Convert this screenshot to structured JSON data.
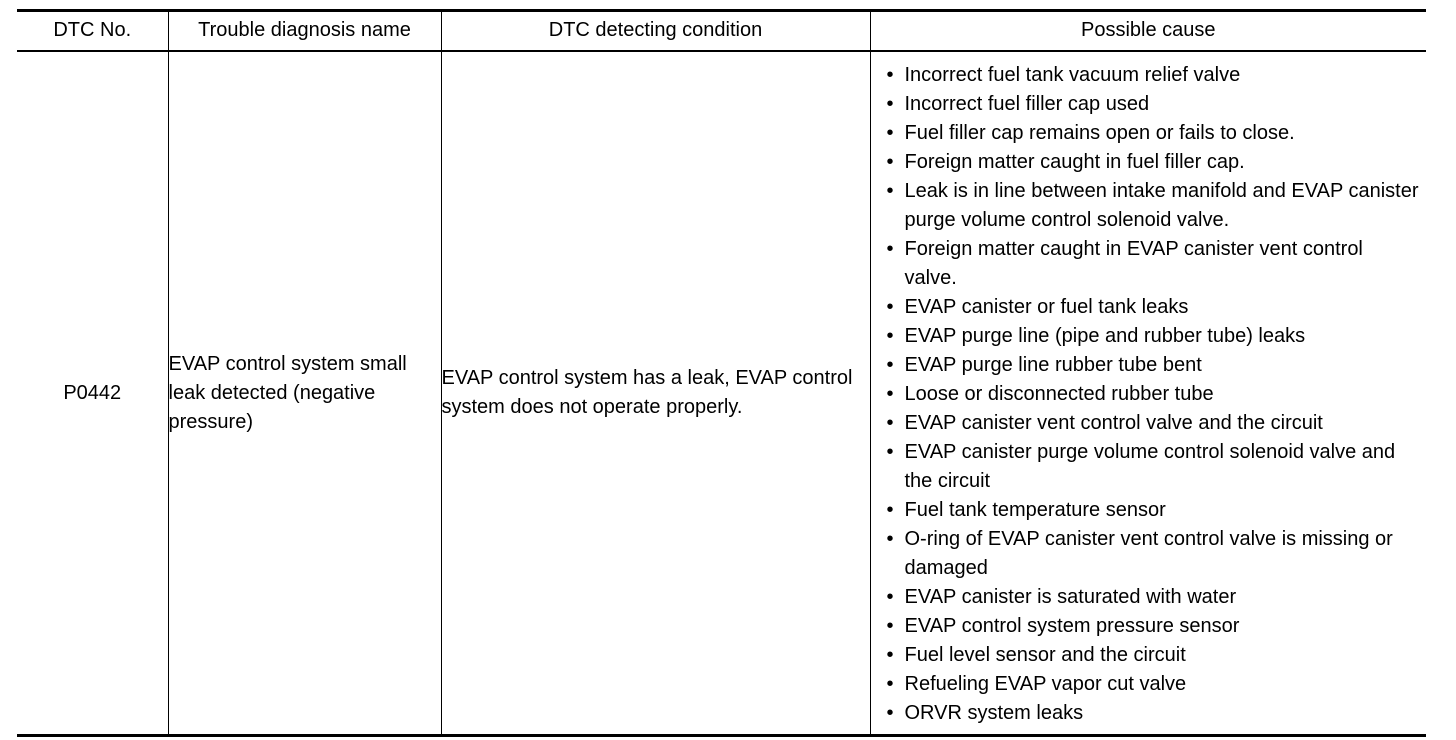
{
  "table": {
    "columns": [
      {
        "key": "dtc_no",
        "label": "DTC No."
      },
      {
        "key": "name",
        "label": "Trouble diagnosis name"
      },
      {
        "key": "condition",
        "label": "DTC detecting condition"
      },
      {
        "key": "cause",
        "label": "Possible cause"
      }
    ],
    "row": {
      "dtc_no": "P0442",
      "name": "EVAP control system small leak detected (negative pressure)",
      "condition": "EVAP control system has a leak, EVAP control system does not operate properly.",
      "bullet_glyph": "•",
      "causes": [
        "Incorrect fuel tank vacuum relief valve",
        "Incorrect fuel filler cap used",
        "Fuel filler cap remains open or fails to close.",
        "Foreign matter caught in fuel filler cap.",
        "Leak is in line between intake manifold and EVAP canister purge volume control solenoid valve.",
        "Foreign matter caught in EVAP canister vent control valve.",
        "EVAP canister or fuel tank leaks",
        "EVAP purge line (pipe and rubber tube) leaks",
        "EVAP purge line rubber tube bent",
        "Loose or disconnected rubber tube",
        "EVAP canister vent control valve and the circuit",
        "EVAP canister purge volume control solenoid valve and the circuit",
        "Fuel tank temperature sensor",
        "O-ring of EVAP canister vent control valve is missing or damaged",
        "EVAP canister is saturated with water",
        "EVAP control system pressure sensor",
        "Fuel level sensor and the circuit",
        "Refueling EVAP vapor cut valve",
        "ORVR system leaks"
      ]
    }
  },
  "colors": {
    "text": "#000000",
    "rule": "#000000",
    "background": "#ffffff"
  }
}
